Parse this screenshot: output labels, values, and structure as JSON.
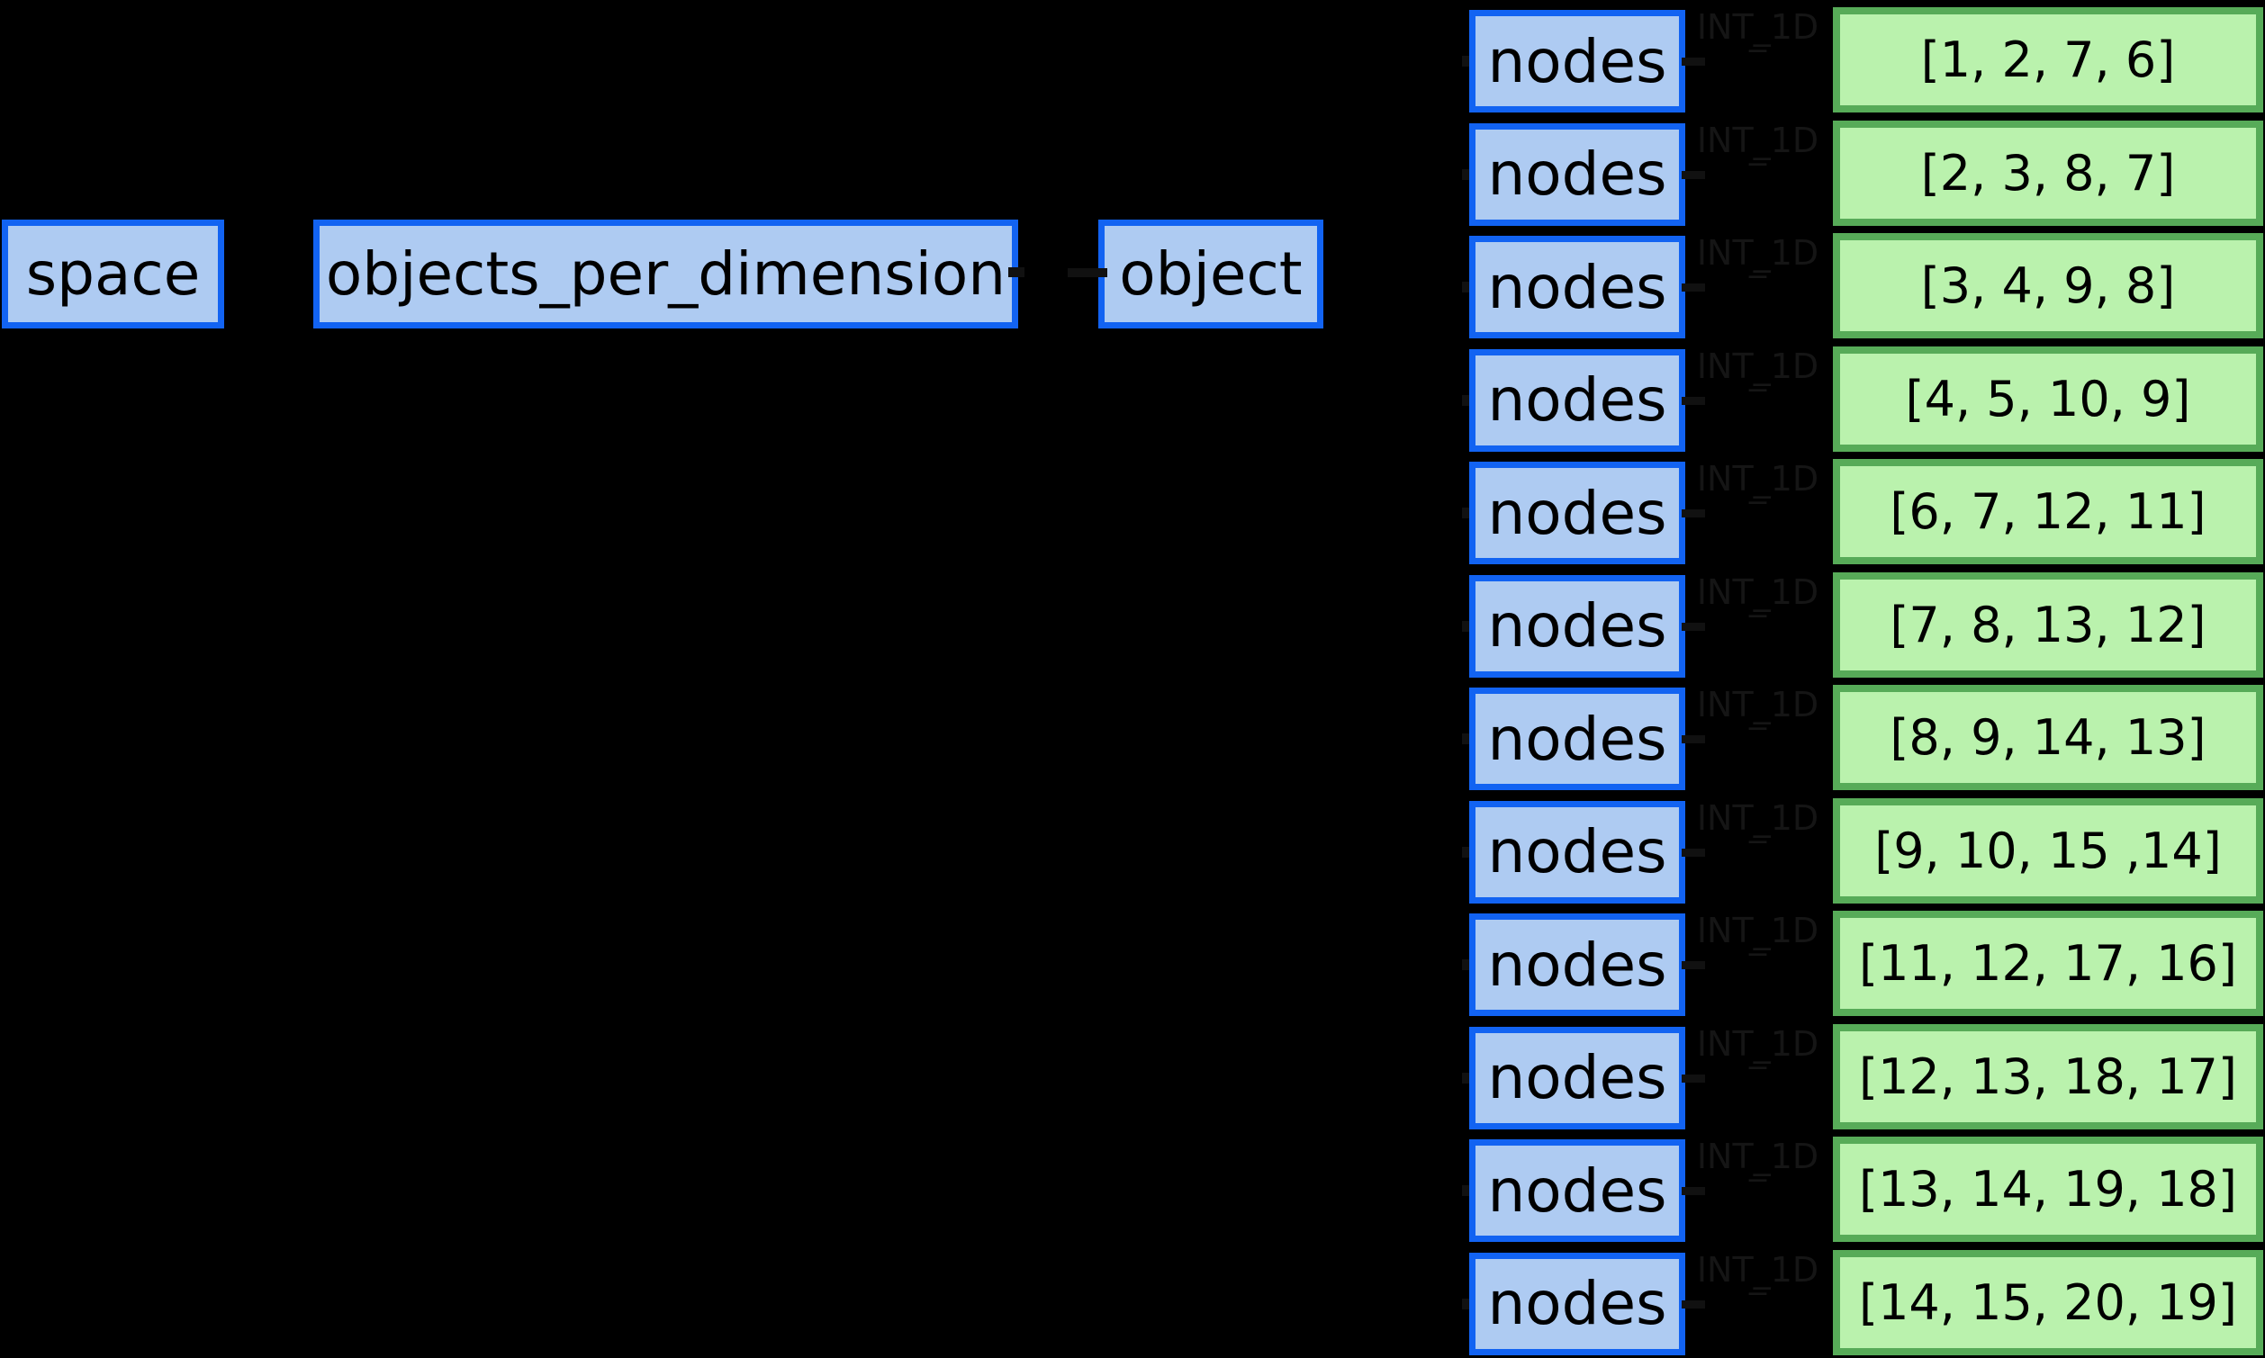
{
  "colors": {
    "background": "#000000",
    "node_border": "#1263f2",
    "node_fill": "#aecbf2",
    "array_border": "#57ab58",
    "array_fill": "#baf2ad",
    "edge_label_color": "#151515",
    "edge_color": "#111111"
  },
  "chain": [
    {
      "label": "space"
    },
    {
      "label": "objects_per_dimension"
    },
    {
      "label": "object"
    }
  ],
  "rows": [
    {
      "node": "nodes",
      "edge_label": "INT_1D",
      "edge_sublabel": "_",
      "array": "[1, 2, 7, 6]"
    },
    {
      "node": "nodes",
      "edge_label": "INT_1D",
      "edge_sublabel": "_",
      "array": "[2, 3, 8, 7]"
    },
    {
      "node": "nodes",
      "edge_label": "INT_1D",
      "edge_sublabel": "_",
      "array": "[3, 4, 9, 8]"
    },
    {
      "node": "nodes",
      "edge_label": "INT_1D",
      "edge_sublabel": "_",
      "array": "[4, 5, 10, 9]"
    },
    {
      "node": "nodes",
      "edge_label": "INT_1D",
      "edge_sublabel": "_",
      "array": "[6, 7, 12, 11]"
    },
    {
      "node": "nodes",
      "edge_label": "INT_1D",
      "edge_sublabel": "_",
      "array": "[7, 8, 13, 12]"
    },
    {
      "node": "nodes",
      "edge_label": "INT_1D",
      "edge_sublabel": "_",
      "array": "[8, 9, 14, 13]"
    },
    {
      "node": "nodes",
      "edge_label": "INT_1D",
      "edge_sublabel": "_",
      "array": "[9, 10, 15 ,14]"
    },
    {
      "node": "nodes",
      "edge_label": "INT_1D",
      "edge_sublabel": "_",
      "array": "[11, 12, 17, 16]"
    },
    {
      "node": "nodes",
      "edge_label": "INT_1D",
      "edge_sublabel": "_",
      "array": "[12, 13, 18, 17]"
    },
    {
      "node": "nodes",
      "edge_label": "INT_1D",
      "edge_sublabel": "_",
      "array": "[13, 14, 19, 18]"
    },
    {
      "node": "nodes",
      "edge_label": "INT_1D",
      "edge_sublabel": "_",
      "array": "[14, 15, 20, 19]"
    }
  ]
}
